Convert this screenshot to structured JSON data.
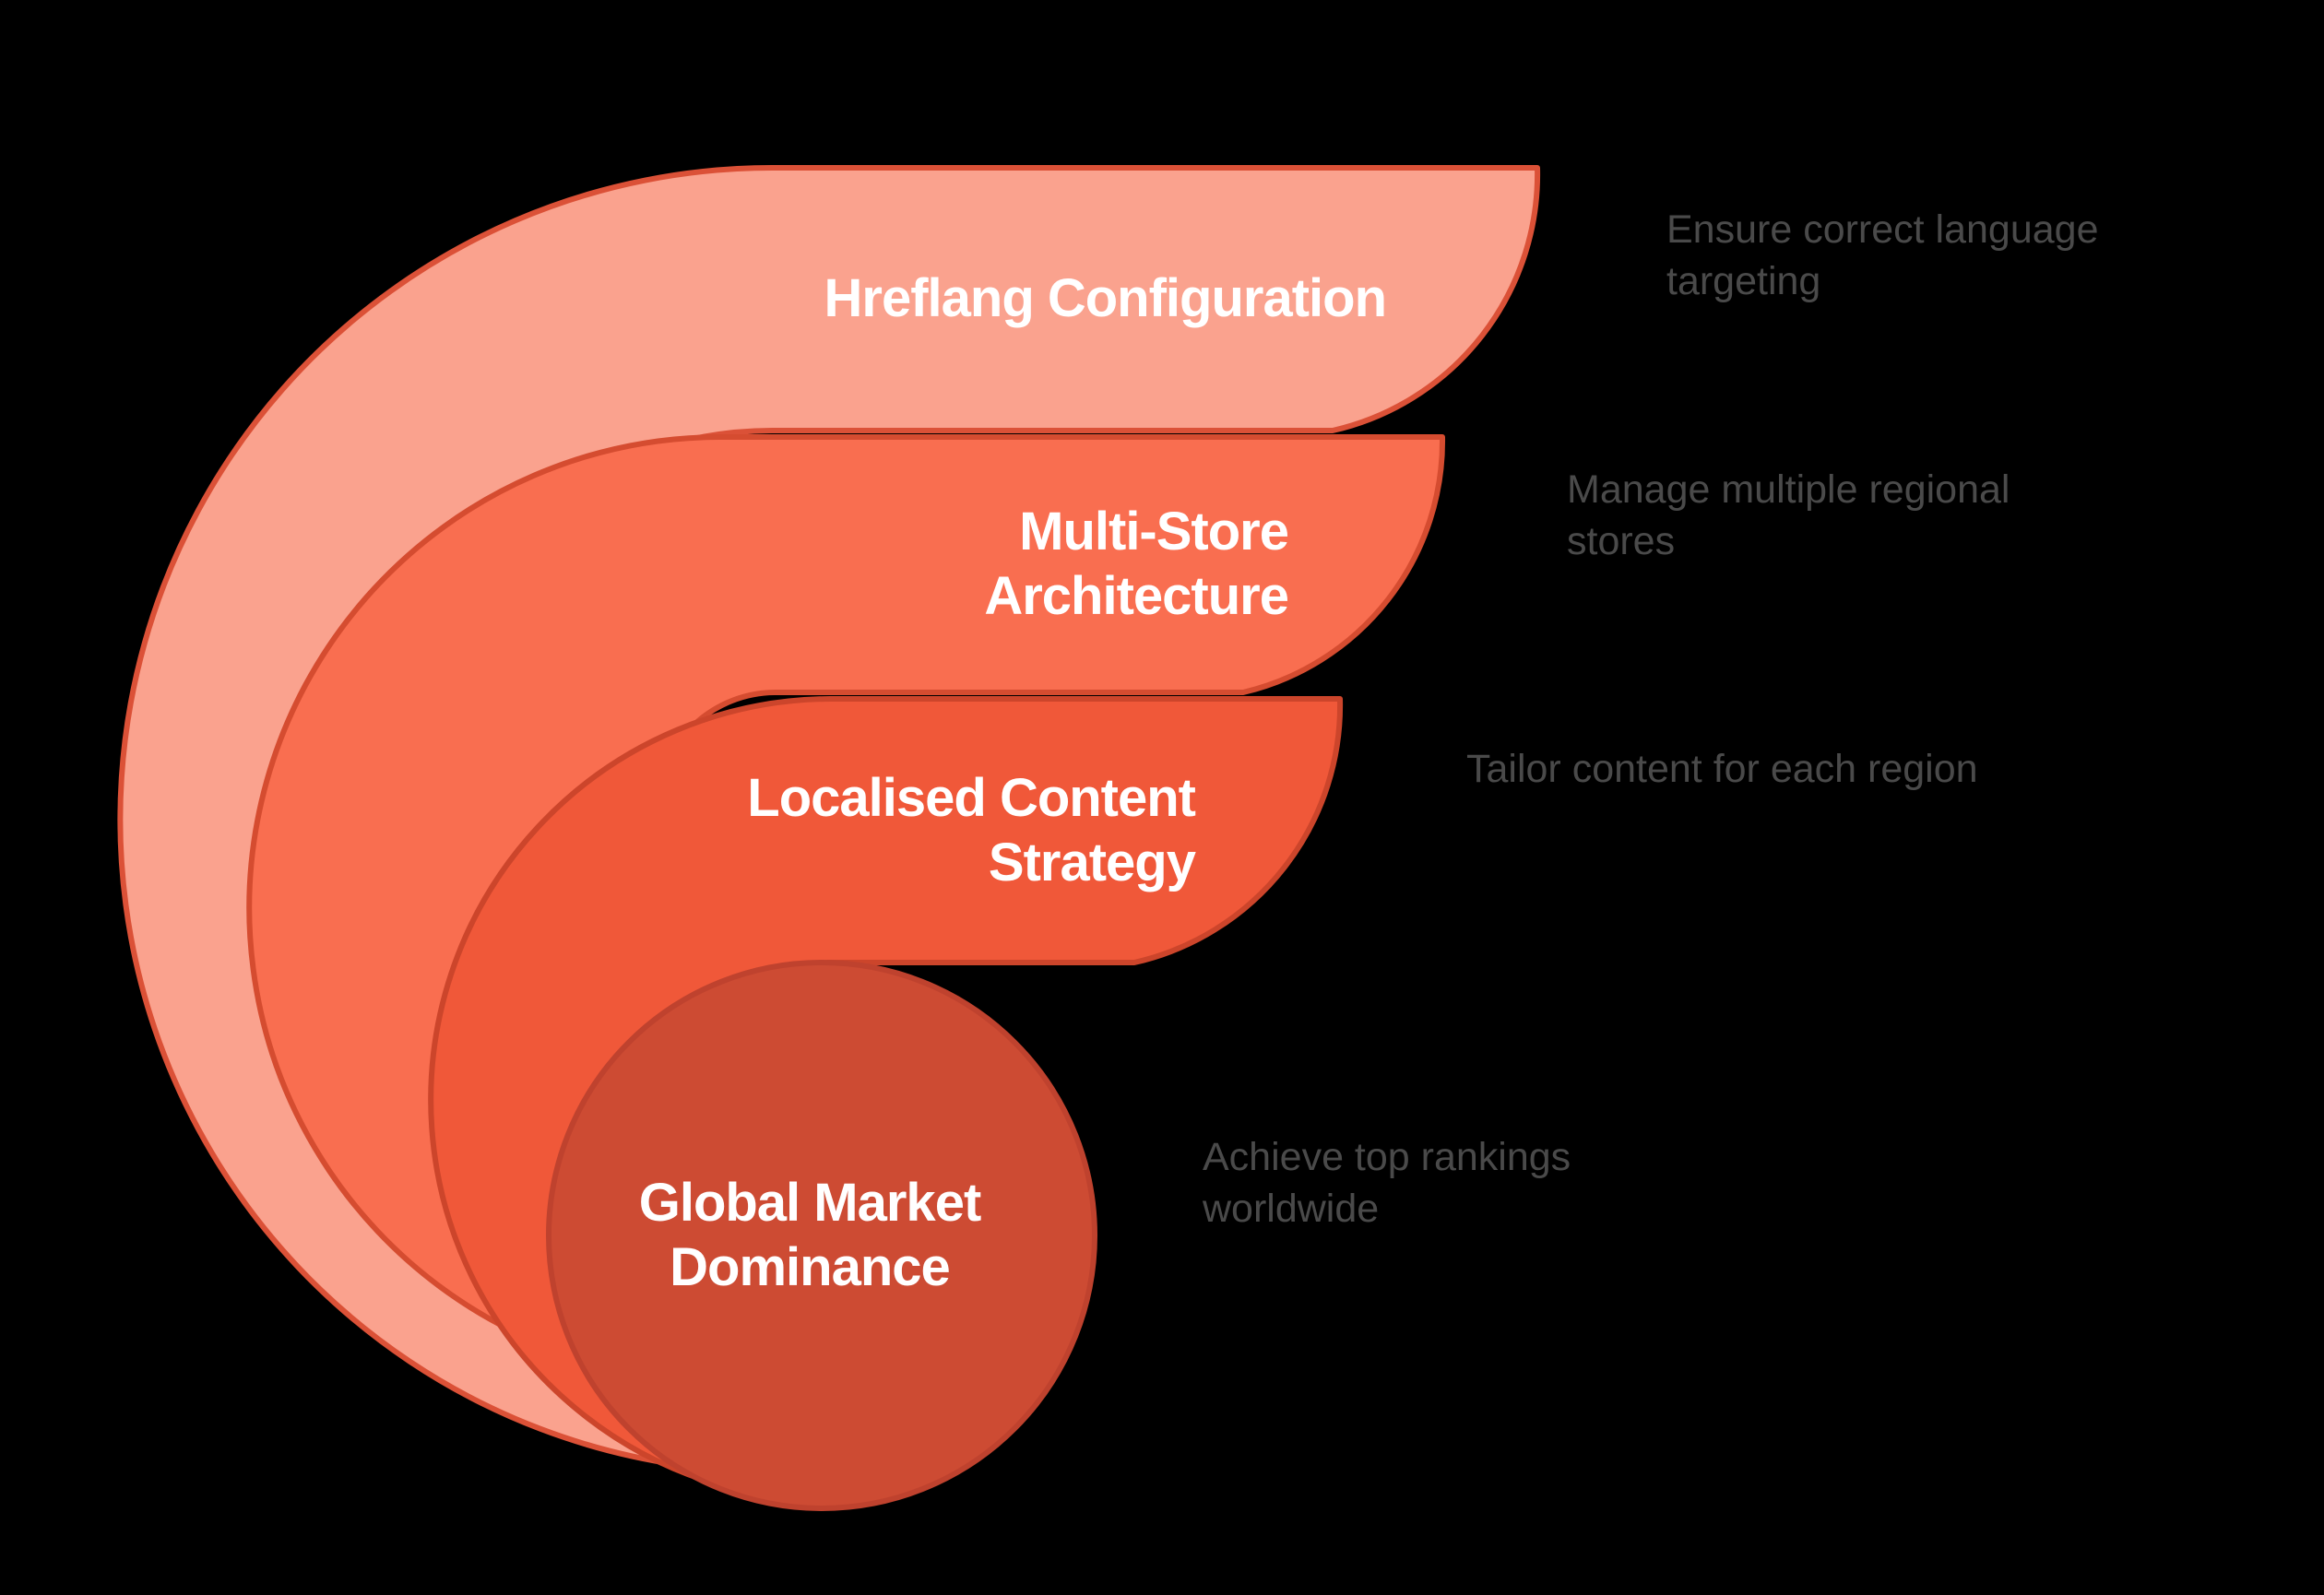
{
  "background_color": "#000000",
  "text_colors": {
    "band_label": "#FFFFFF",
    "annotation": "#4A4A4A"
  },
  "diagram": {
    "type": "swirl-funnel",
    "layers": [
      {
        "name": "Hreflang Configuration",
        "label_lines": [
          "Hreflang Configuration"
        ],
        "annotation_lines": [
          "Ensure correct language",
          "targeting"
        ],
        "fill": "#FAA28E",
        "stroke": "#DB5137"
      },
      {
        "name": "Multi-Store Architecture",
        "label_lines": [
          "Multi-Store",
          "Architecture"
        ],
        "annotation_lines": [
          "Manage multiple regional",
          "stores"
        ],
        "fill": "#F96E50",
        "stroke": "#D54C30"
      },
      {
        "name": "Localised Content Strategy",
        "label_lines": [
          "Localised Content",
          "Strategy"
        ],
        "annotation_lines": [
          "Tailor content for each region"
        ],
        "fill": "#F05839",
        "stroke": "#CC452B"
      },
      {
        "name": "Global Market Dominance",
        "label_lines": [
          "Global Market",
          "Dominance"
        ],
        "annotation_lines": [
          "Achieve top rankings",
          "worldwide"
        ],
        "fill": "#CD4B33",
        "stroke": "#BF422E"
      }
    ]
  }
}
